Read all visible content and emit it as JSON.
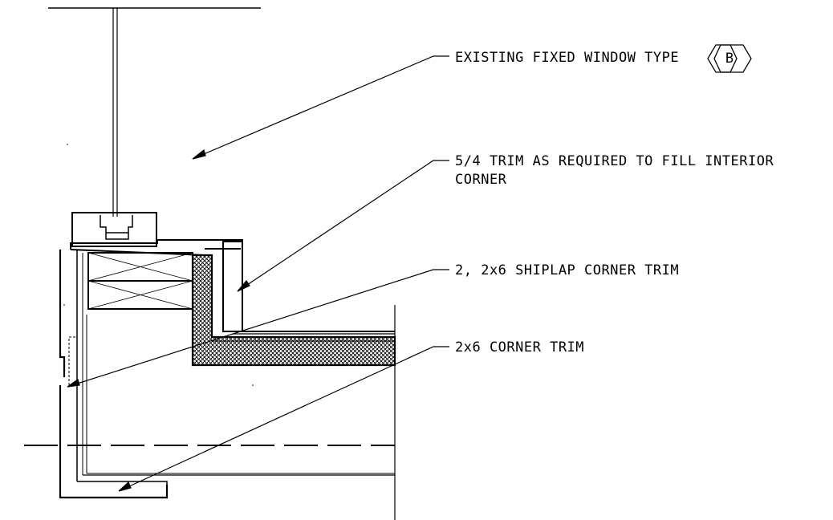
{
  "notes": {
    "window": "EXISTING FIXED WINDOW TYPE",
    "window_tag": "B",
    "trim_line1": "5/4 TRIM AS REQUIRED TO FILL INTERIOR",
    "trim_line2": "CORNER",
    "shiplap": "2, 2x6 SHIPLAP CORNER TRIM",
    "corner": "2x6 CORNER TRIM"
  },
  "colors": {
    "line": "#000000",
    "hatch": "#000000"
  }
}
